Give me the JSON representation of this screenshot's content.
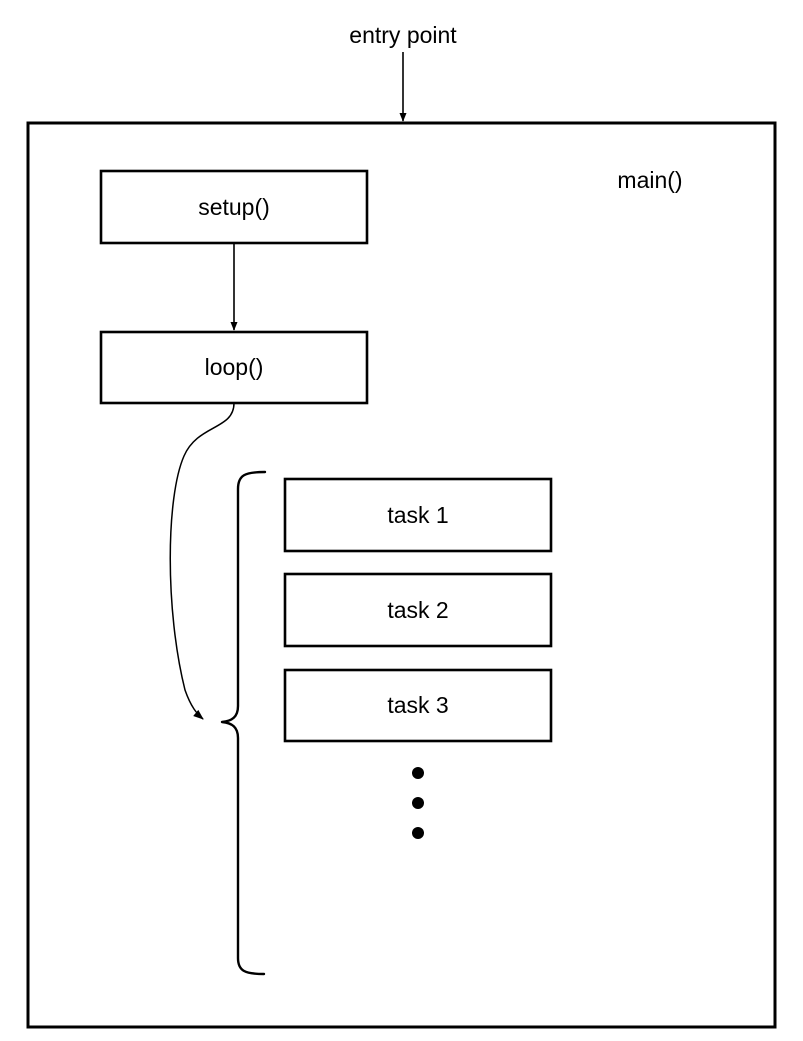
{
  "diagram": {
    "title": "main() program structure flow diagram",
    "background_color": "#ffffff",
    "stroke_color": "#000000",
    "labels": {
      "entry_point": "entry point",
      "main_scope": "main()"
    },
    "nodes": [
      {
        "id": "setup",
        "label": "setup()"
      },
      {
        "id": "loop",
        "label": "loop()"
      },
      {
        "id": "task1",
        "label": "task 1"
      },
      {
        "id": "task2",
        "label": "task 2"
      },
      {
        "id": "task3",
        "label": "task 3"
      }
    ],
    "ellipsis": {
      "name": "vertical-ellipsis",
      "dot_count": 3,
      "meaning": "more tasks"
    },
    "edges": [
      {
        "from": "entry point",
        "to": "main()",
        "style": "straight-arrow"
      },
      {
        "from": "setup()",
        "to": "loop()",
        "style": "straight-arrow"
      },
      {
        "from": "loop()",
        "to": "task-group-brace",
        "style": "curved-arrow"
      }
    ],
    "grouping": {
      "name": "task-group-brace",
      "type": "curly-brace",
      "members": [
        "task 1",
        "task 2",
        "task 3",
        "..."
      ]
    }
  }
}
